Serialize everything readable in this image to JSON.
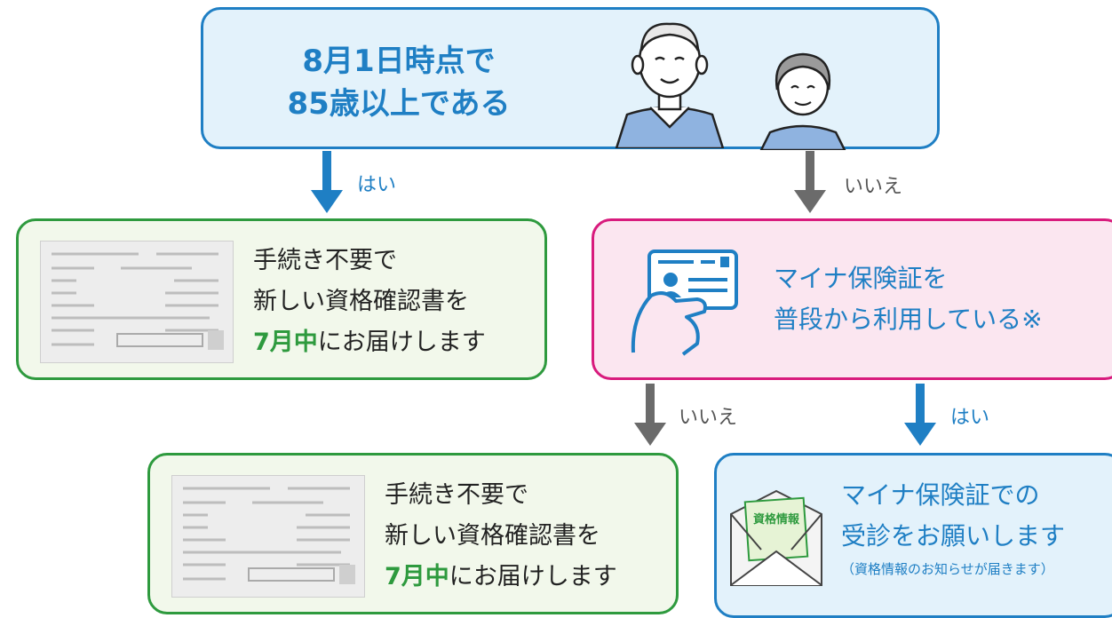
{
  "question1": {
    "lines": [
      "8月1日時点で",
      "85歳以上である"
    ]
  },
  "question2": {
    "lines": [
      "マイナ保険証を",
      "普段から利用している※"
    ]
  },
  "result_green": {
    "lines": [
      "手続き不要で",
      "新しい資格確認書を"
    ],
    "highlight": "7月中",
    "after_highlight": "にお届けします"
  },
  "result_blue": {
    "lines": [
      "マイナ保険証での",
      "受診をお願いします"
    ],
    "note": "（資格情報のお知らせが届きます）",
    "envelope_label": "資格情報"
  },
  "arrows": {
    "yes_label": "はい",
    "no_label": "いいえ"
  },
  "icons": [
    "elderly-man-icon",
    "elderly-woman-icon",
    "qualification-card-icon",
    "hand-holding-card-icon",
    "envelope-icon"
  ],
  "colors": {
    "blue": "#1f7fc4",
    "green": "#2e9a3e",
    "magenta": "#d81b7d",
    "gray_arrow": "#6b6b6b"
  }
}
